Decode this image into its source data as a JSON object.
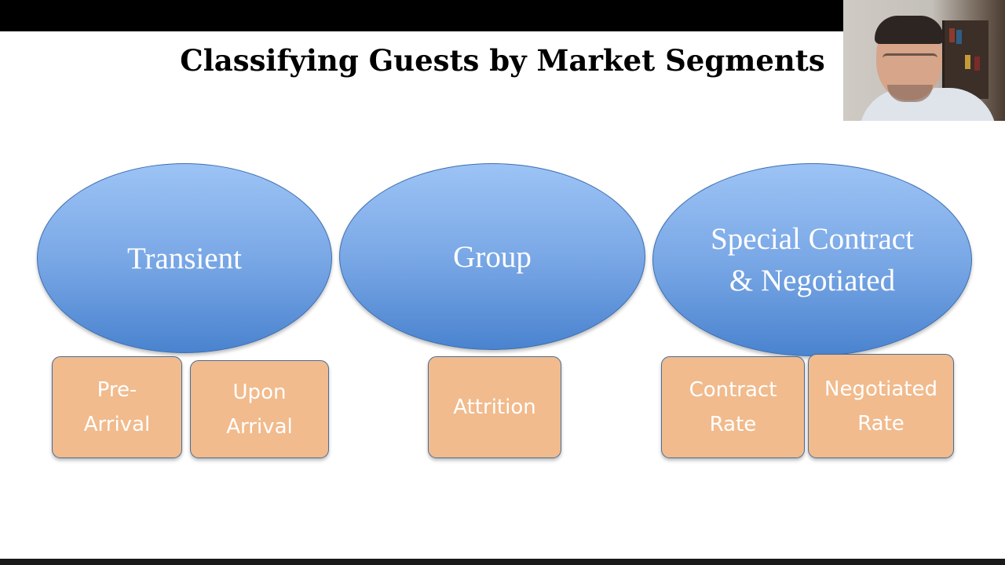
{
  "slide": {
    "title": "Classifying Guests by Market Segments"
  },
  "segments": [
    {
      "label": "Transient",
      "subcategories": [
        "Pre-\nArrival",
        "Upon\nArrival"
      ]
    },
    {
      "label": "Group",
      "subcategories": [
        "Attrition"
      ]
    },
    {
      "label": "Special Contract\n& Negotiated",
      "subcategories": [
        "Contract\nRate",
        "Negotiated\nRate"
      ]
    }
  ],
  "colors": {
    "oval_fill": "#7aa8e6",
    "oval_border": "#3d6fb0",
    "box_fill": "#f1bb8d",
    "box_border": "#4a6d96",
    "text": "#ffffff"
  }
}
